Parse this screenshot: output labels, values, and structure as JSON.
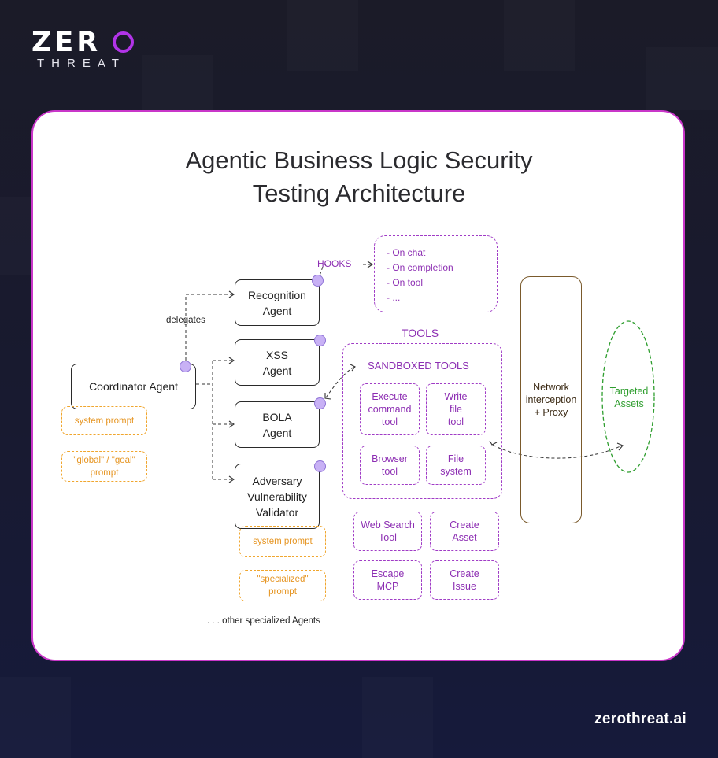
{
  "brand": {
    "logo_word": "ZER",
    "logo_sub": "THREAT",
    "website": "zerothreat.ai",
    "accent_color": "#b234e8"
  },
  "diagram": {
    "title_line1": "Agentic Business Logic Security",
    "title_line2": "Testing Architecture",
    "coordinator": {
      "label": "Coordinator Agent",
      "system_prompt": "system prompt",
      "goal_prompt_line1": "\"global\" / \"goal\"",
      "goal_prompt_line2": "prompt"
    },
    "delegates_label": "delegates",
    "agents": {
      "recognition": {
        "line1": "Recognition",
        "line2": "Agent"
      },
      "xss": {
        "line1": "XSS",
        "line2": "Agent"
      },
      "bola": {
        "line1": "BOLA",
        "line2": "Agent"
      },
      "adversary": {
        "line1": "Adversary",
        "line2": "Vulnerability",
        "line3": "Validator"
      }
    },
    "adversary_prompts": {
      "system_prompt": "system prompt",
      "specialized_line1": "\"specialized\"",
      "specialized_line2": "prompt"
    },
    "other_agents_label": ". . . other specialized Agents",
    "hooks": {
      "label": "HOOKS",
      "items": [
        "- On chat",
        "- On completion",
        "- On tool",
        "-   ..."
      ]
    },
    "tools_label": "TOOLS",
    "sandboxed": {
      "label": "SANDBOXED TOOLS",
      "tools": [
        {
          "line1": "Execute",
          "line2": "command",
          "line3": "tool"
        },
        {
          "line1": "Write",
          "line2": "file",
          "line3": "tool"
        },
        {
          "line1": "Browser",
          "line2": "tool"
        },
        {
          "line1": "File",
          "line2": "system"
        }
      ]
    },
    "other_tools": [
      {
        "line1": "Web Search",
        "line2": "Tool"
      },
      {
        "line1": "Create",
        "line2": "Asset"
      },
      {
        "line1": "Escape",
        "line2": "MCP"
      },
      {
        "line1": "Create",
        "line2": "Issue"
      }
    ],
    "proxy": {
      "line1": "Network",
      "line2": "interception",
      "line3": "+ Proxy"
    },
    "assets": {
      "line1": "Targeted",
      "line2": "Assets"
    },
    "colors": {
      "prompt": "#f0a62e",
      "tool": "#a03cc6",
      "proxy": "#7a5a2c",
      "assets": "#2f9e2f",
      "connector_dot": "#c8b1f5"
    }
  }
}
